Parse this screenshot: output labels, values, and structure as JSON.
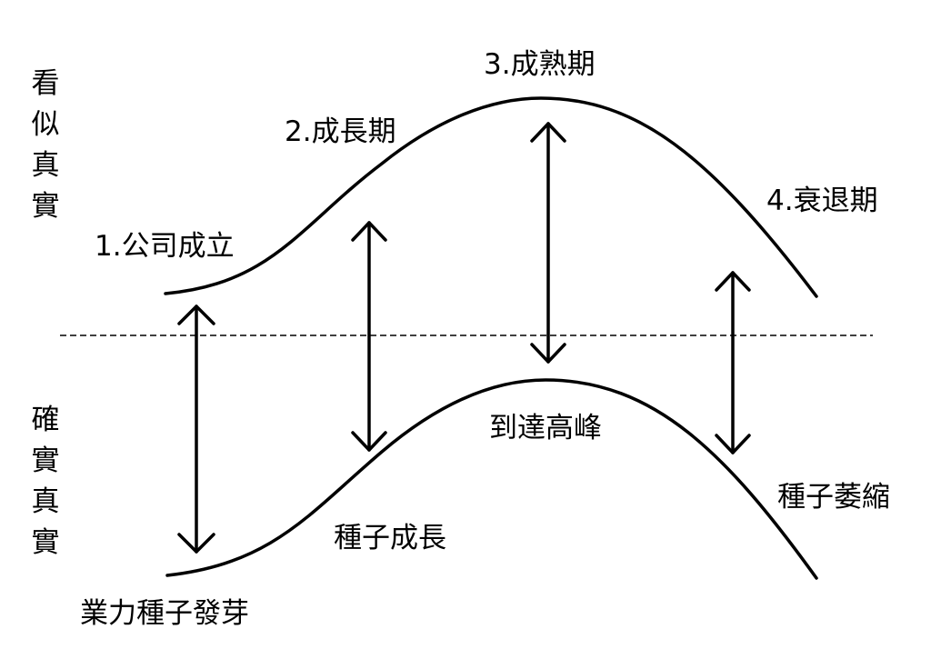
{
  "side_labels": {
    "upper": "看似真實",
    "lower": "確實真實"
  },
  "stage_labels": {
    "stage1": "1.公司成立",
    "stage2": "2.成長期",
    "stage3": "3.成熟期",
    "stage4": "4.衰退期"
  },
  "seed_labels": {
    "sprout": "業力種子發芽",
    "growth": "種子成長",
    "peak": "到達高峰",
    "wither": "種子萎縮"
  },
  "colors": {
    "stroke": "#000000",
    "background": "#ffffff"
  }
}
